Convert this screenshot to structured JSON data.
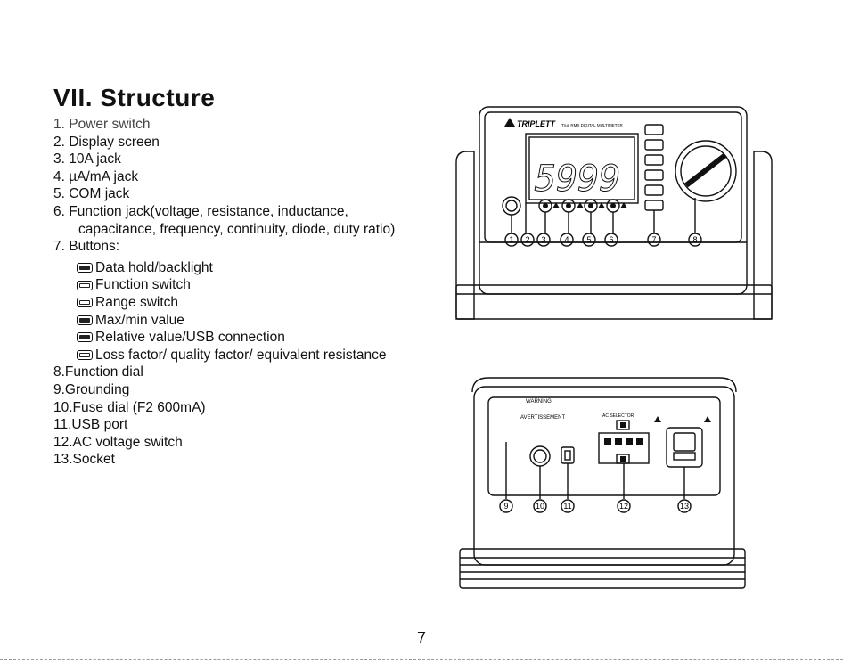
{
  "section_title": "VII. Structure",
  "items": [
    {
      "text": "1. Power switch"
    },
    {
      "text": "2. Display screen"
    },
    {
      "text": "3. 10A jack"
    },
    {
      "text": "4. µA/mA jack"
    },
    {
      "text": "5. COM jack"
    },
    {
      "text": "6. Function jack(voltage, resistance, inductance,"
    },
    {
      "text": "capacitance, frequency, continuity, diode, duty ratio)"
    },
    {
      "text": "7. Buttons:"
    }
  ],
  "buttons": [
    {
      "text": "Data hold/backlight"
    },
    {
      "text": "Function switch"
    },
    {
      "text": "Range switch"
    },
    {
      "text": "Max/min value"
    },
    {
      "text": "Relative value/USB connection"
    },
    {
      "text": "Loss factor/ quality factor/ equivalent resistance"
    }
  ],
  "items_after": [
    {
      "text": "8.Function dial"
    },
    {
      "text": "9.Grounding"
    },
    {
      "text": "10.Fuse dial (F2 600mA)"
    },
    {
      "text": "11.USB port"
    },
    {
      "text": "12.AC voltage switch"
    },
    {
      "text": "13.Socket"
    }
  ],
  "front_view": {
    "brand": "TRIPLETT",
    "model_text": "True RMS DIGITAL MULTIMETER",
    "display_reading": "5999",
    "callouts": [
      "1",
      "2",
      "3",
      "4",
      "5",
      "6",
      "7",
      "8"
    ]
  },
  "rear_view": {
    "warning": "WARNING",
    "avertissement": "AVERTISSEMENT",
    "ac_selector": "AC SELECTOR",
    "callouts": [
      "9",
      "10",
      "11",
      "12",
      "13"
    ]
  },
  "page_number": "7"
}
